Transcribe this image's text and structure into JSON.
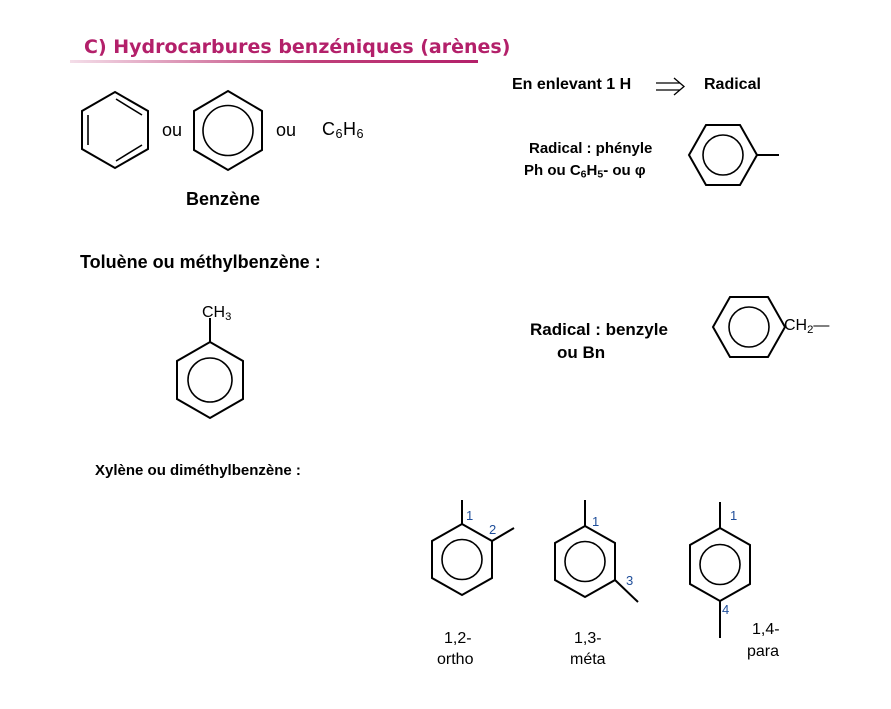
{
  "section": {
    "title": "C) Hydrocarbures benzéniques (arènes)",
    "title_color": "#b3206a"
  },
  "benzene": {
    "or_1": "ou",
    "or_2": "ou",
    "formula_c": "C",
    "formula_c_sub": "6",
    "formula_h": "H",
    "formula_h_sub": "6",
    "label": "Benzène"
  },
  "radical": {
    "rule_prefix": "En enlevant 1 H",
    "rule_result": "Radical",
    "phenyl_line1": "Radical : phényle",
    "phenyl_line2_a": "Ph ou C",
    "phenyl_line2_sub1": "6",
    "phenyl_line2_b": "H",
    "phenyl_line2_sub2": "5",
    "phenyl_line2_c": "- ou φ",
    "benzyl_line1": "Radical : benzyle",
    "benzyl_line2": "ou Bn",
    "benzyl_group_a": "CH",
    "benzyl_group_sub": "2",
    "benzyl_group_b": "—"
  },
  "toluene": {
    "heading": "Toluène ou méthylbenzène :",
    "methyl_a": "CH",
    "methyl_sub": "3"
  },
  "xylene": {
    "heading": "Xylène ou diméthylbenzène :",
    "isomers": [
      {
        "numbers": [
          "1",
          "2"
        ],
        "label_line1": "1,2-",
        "label_line2": "ortho"
      },
      {
        "numbers": [
          "1",
          "3"
        ],
        "label_line1": "1,3-",
        "label_line2": "méta"
      },
      {
        "numbers": [
          "1",
          "4"
        ],
        "label_line1": "1,4-",
        "label_line2": "para"
      }
    ],
    "number_color": "#1f4e9a"
  }
}
